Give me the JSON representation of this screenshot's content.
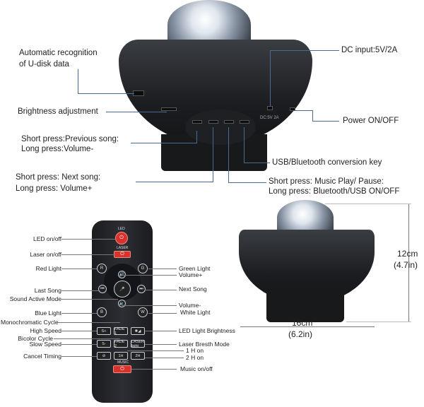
{
  "device_labels": {
    "usb_disk": [
      "Automatic recognition",
      "of U-disk data"
    ],
    "brightness": "Brightness adjustment",
    "prev_song": [
      "Short press:Previous song:",
      "Long press:Volume-"
    ],
    "next_song": [
      "Short press: Next song:",
      "Long press: Volume+"
    ],
    "dc_input": "DC input:5V/2A",
    "power": "Power ON/OFF",
    "usb_bt_key": "USB/Bluetooth conversion key",
    "music_play": [
      "Short press: Music Play/ Pause:",
      "Long press: Bluetooth/USB ON/OFF"
    ],
    "dc_port_print": "DC:5V 2A"
  },
  "remote": {
    "button_text": {
      "led": "LED",
      "laser": "LASER",
      "music": "MUSIC",
      "r": "R",
      "g": "G",
      "b": "B",
      "w": "W",
      "s_plus": "S+",
      "s_minus": "S-",
      "fade1": "FADE 1",
      "fade2": "FADE 2",
      "laser_light": "LASER light",
      "h1": "1H",
      "h2": "2H"
    },
    "left_labels": [
      "LED on/off",
      "Laser on/off",
      "Red Light",
      "Last Song",
      "Sound Active Mode",
      "Blue Light",
      "Monochromatic Cycle",
      "High Speed",
      "Bicolor Cycle",
      "Slow Speed",
      "Cancel Timing"
    ],
    "right_labels": [
      "Green Light",
      "Volume+",
      "Next Song",
      "Volume-",
      "White Light",
      "LED Light Brightness",
      "Laser Bresth Mode",
      "1 H on",
      "2 H on",
      "Music on/off"
    ]
  },
  "dimensions": {
    "height": [
      "12cm",
      "(4.7in)"
    ],
    "width": [
      "16cm",
      "(6.2in)"
    ]
  }
}
